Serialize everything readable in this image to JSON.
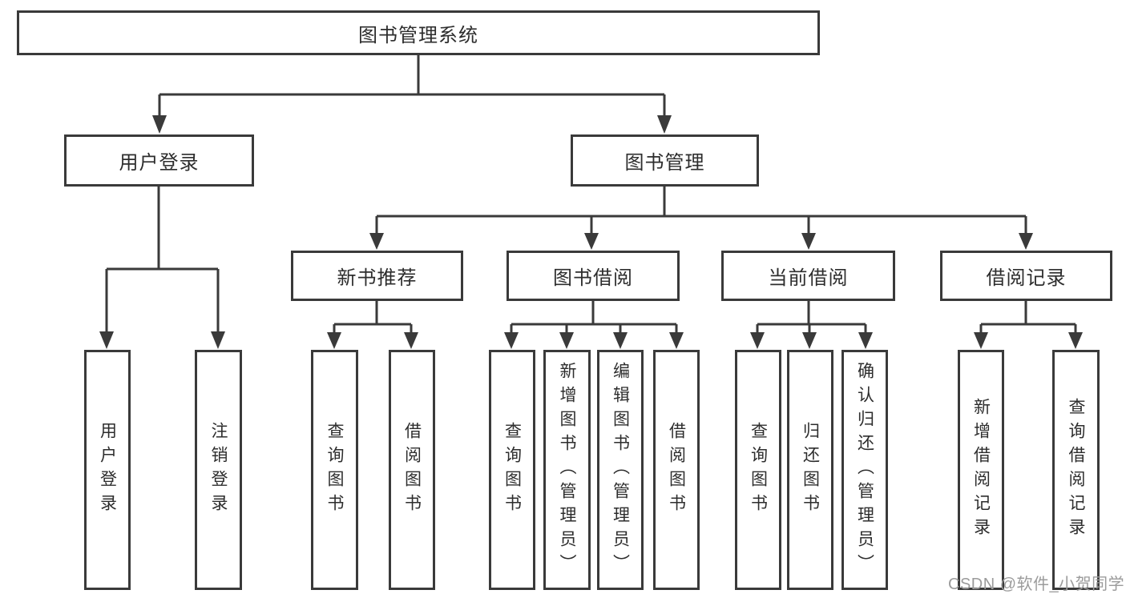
{
  "colors": {
    "line": "#3a3a3a",
    "box_border": "#3a3a3a",
    "text": "#2d2d2d",
    "watermark_text": "#9b9b9b",
    "background": "#ffffff"
  },
  "watermark": "CSDN @软件_小贺同学",
  "tree": {
    "label": "图书管理系统",
    "children": [
      {
        "label": "用户登录",
        "children": [
          {
            "label": "用户登录"
          },
          {
            "label": "注销登录"
          }
        ]
      },
      {
        "label": "图书管理",
        "children": [
          {
            "label": "新书推荐",
            "children": [
              {
                "label": "查询图书"
              },
              {
                "label": "借阅图书"
              }
            ]
          },
          {
            "label": "图书借阅",
            "children": [
              {
                "label": "查询图书"
              },
              {
                "label": "新增图书（管理员）"
              },
              {
                "label": "编辑图书（管理员）"
              },
              {
                "label": "借阅图书"
              }
            ]
          },
          {
            "label": "当前借阅",
            "children": [
              {
                "label": "查询图书"
              },
              {
                "label": "归还图书"
              },
              {
                "label": "确认归还（管理员）"
              }
            ]
          },
          {
            "label": "借阅记录",
            "children": [
              {
                "label": "新增借阅记录"
              },
              {
                "label": "查询借阅记录"
              }
            ]
          }
        ]
      }
    ]
  }
}
